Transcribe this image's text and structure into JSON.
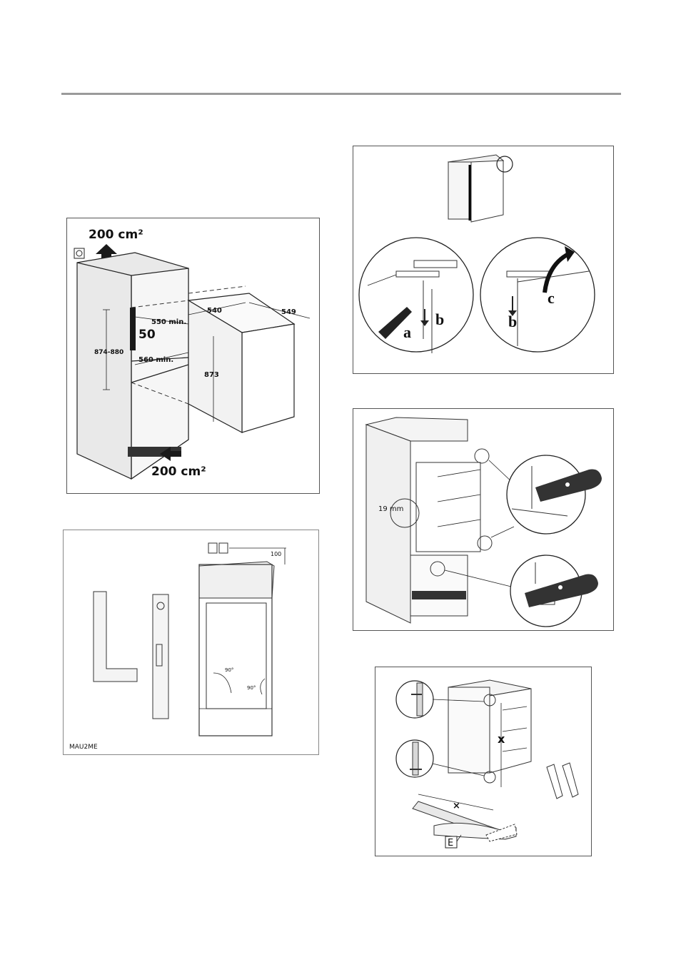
{
  "fig1": {
    "vent_top": "200 cm²",
    "vent_bottom": "200 cm²",
    "dim_50": "50",
    "dim_550": "550 min.",
    "dim_560": "560 min.",
    "dim_874": "874-880",
    "dim_540": "540",
    "dim_549": "549",
    "dim_873": "873"
  },
  "fig2": {
    "dim_100": "100",
    "angle_a": "90°",
    "angle_b": "90°",
    "code": "MAU2ME"
  },
  "fig3": {
    "label_a": "a",
    "label_b1": "b",
    "label_b2": "b",
    "label_c": "c"
  },
  "fig4": {
    "dim_19": "19 mm"
  },
  "fig5": {
    "label_x1": "x",
    "label_x2": "×",
    "label_e": "E"
  }
}
